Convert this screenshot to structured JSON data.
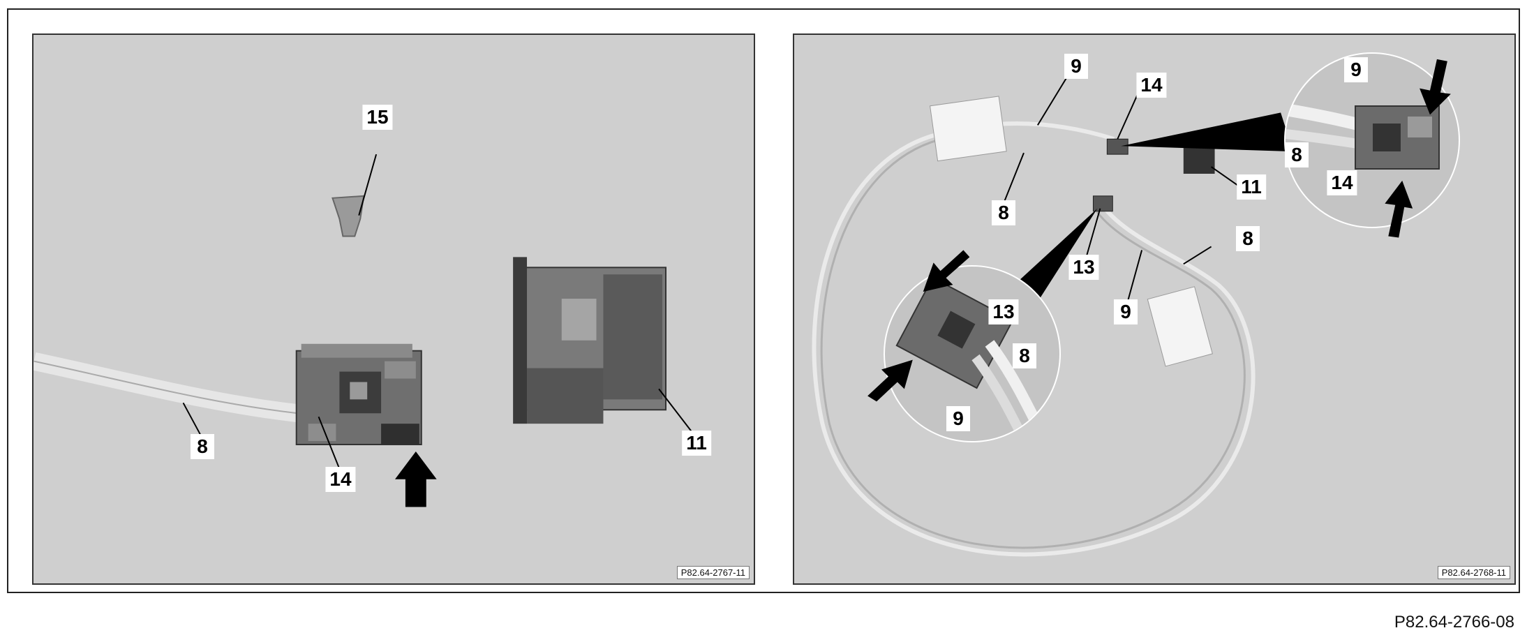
{
  "left_panel": {
    "ref_code": "P82.64-2767-11",
    "labels": {
      "l15": "15",
      "l8": "8",
      "l14": "14",
      "l11": "11"
    }
  },
  "right_panel": {
    "ref_code": "P82.64-2768-11",
    "labels": {
      "r9a": "9",
      "r14a": "14",
      "r8a": "8",
      "r11": "11",
      "r13a": "13",
      "r8b": "8",
      "r9b": "9",
      "m1_9": "9",
      "m1_8": "8",
      "m1_14": "14",
      "m2_13": "13",
      "m2_8": "8",
      "m2_9": "9"
    }
  },
  "figure_ref": "P82.64-2766-08"
}
